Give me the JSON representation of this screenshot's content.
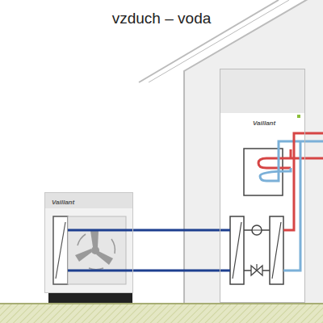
{
  "diagram": {
    "title": "vzduch – voda",
    "nodes": [
      {
        "text": [
          "Vaillant"
        ]
      },
      {
        "text": [
          "Vaillant"
        ]
      }
    ],
    "edges": [
      {
        "from": 0,
        "to": 1,
        "arrow": "none"
      },
      {
        "from": 0,
        "to": 1,
        "arrow": "none"
      }
    ]
  }
}
